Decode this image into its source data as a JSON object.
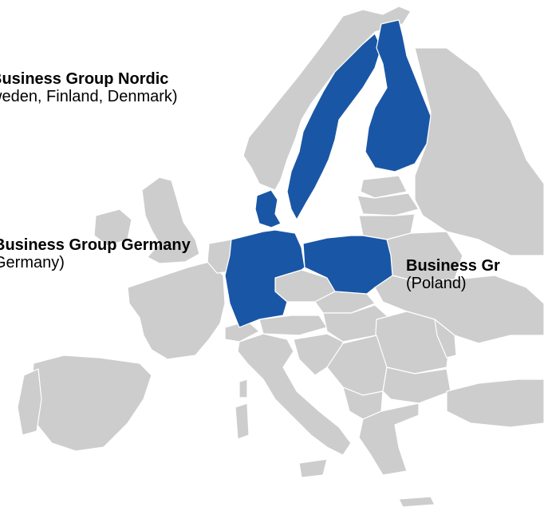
{
  "colors": {
    "land": "#cdcdcd",
    "border": "#ffffff",
    "highlight": "#1a56a6",
    "text": "#000000"
  },
  "regions": {
    "nordic": {
      "title": "Business Group Nordic",
      "countries": "weden, Finland, Denmark)"
    },
    "germany": {
      "title": "Business Group Germany",
      "countries": "Germany)"
    },
    "poland": {
      "title": "Business Gr",
      "countries": "(Poland)"
    }
  }
}
